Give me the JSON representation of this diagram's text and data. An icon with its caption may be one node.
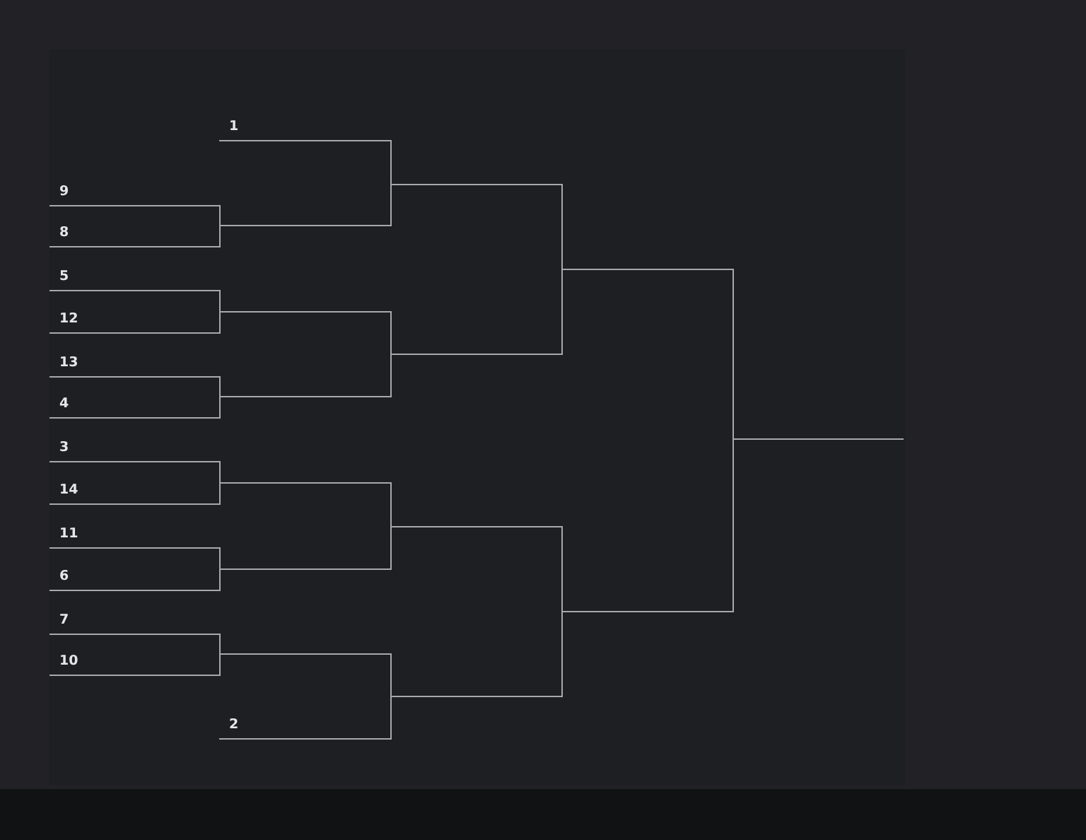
{
  "diagram": {
    "nodes": [
      {
        "text": [
          "1"
        ]
      },
      {
        "text": [
          "9"
        ]
      },
      {
        "text": [
          "8"
        ]
      },
      {
        "text": [
          "5"
        ]
      },
      {
        "text": [
          "12"
        ]
      },
      {
        "text": [
          "13"
        ]
      },
      {
        "text": [
          "4"
        ]
      },
      {
        "text": [
          "3"
        ]
      },
      {
        "text": [
          "14"
        ]
      },
      {
        "text": [
          "11"
        ]
      },
      {
        "text": [
          "6"
        ]
      },
      {
        "text": [
          "7"
        ]
      },
      {
        "text": [
          "10"
        ]
      },
      {
        "text": [
          "2"
        ]
      },
      {
        "text": [],
        "shape": "bar"
      },
      {
        "text": [],
        "shape": "bar"
      },
      {
        "text": [],
        "shape": "bar"
      },
      {
        "text": [],
        "shape": "bar"
      },
      {
        "text": [],
        "shape": "bar"
      },
      {
        "text": [],
        "shape": "bar"
      },
      {
        "text": [],
        "shape": "bar"
      },
      {
        "text": [],
        "shape": "bar"
      },
      {
        "text": [],
        "shape": "bar"
      },
      {
        "text": [],
        "shape": "bar"
      },
      {
        "text": [],
        "shape": "bar"
      },
      {
        "text": [],
        "shape": "bar"
      },
      {
        "text": [],
        "shape": "bar"
      }
    ],
    "edges": [
      {
        "from": 0,
        "to": 20,
        "arrow": "none"
      },
      {
        "from": 14,
        "to": 20,
        "arrow": "none"
      },
      {
        "from": 1,
        "to": 14,
        "arrow": "none"
      },
      {
        "from": 2,
        "to": 14,
        "arrow": "none"
      },
      {
        "from": 3,
        "to": 15,
        "arrow": "none"
      },
      {
        "from": 4,
        "to": 15,
        "arrow": "none"
      },
      {
        "from": 5,
        "to": 16,
        "arrow": "none"
      },
      {
        "from": 6,
        "to": 16,
        "arrow": "none"
      },
      {
        "from": 15,
        "to": 21,
        "arrow": "none"
      },
      {
        "from": 16,
        "to": 21,
        "arrow": "none"
      },
      {
        "from": 7,
        "to": 17,
        "arrow": "none"
      },
      {
        "from": 8,
        "to": 17,
        "arrow": "none"
      },
      {
        "from": 9,
        "to": 18,
        "arrow": "none"
      },
      {
        "from": 10,
        "to": 18,
        "arrow": "none"
      },
      {
        "from": 17,
        "to": 22,
        "arrow": "none"
      },
      {
        "from": 18,
        "to": 22,
        "arrow": "none"
      },
      {
        "from": 11,
        "to": 19,
        "arrow": "none"
      },
      {
        "from": 12,
        "to": 19,
        "arrow": "none"
      },
      {
        "from": 19,
        "to": 23,
        "arrow": "none"
      },
      {
        "from": 13,
        "to": 23,
        "arrow": "none"
      },
      {
        "from": 20,
        "to": 24,
        "arrow": "none"
      },
      {
        "from": 21,
        "to": 24,
        "arrow": "none"
      },
      {
        "from": 22,
        "to": 25,
        "arrow": "none"
      },
      {
        "from": 23,
        "to": 25,
        "arrow": "none"
      },
      {
        "from": 24,
        "to": 26,
        "arrow": "none"
      },
      {
        "from": 25,
        "to": 26,
        "arrow": "none"
      }
    ]
  }
}
